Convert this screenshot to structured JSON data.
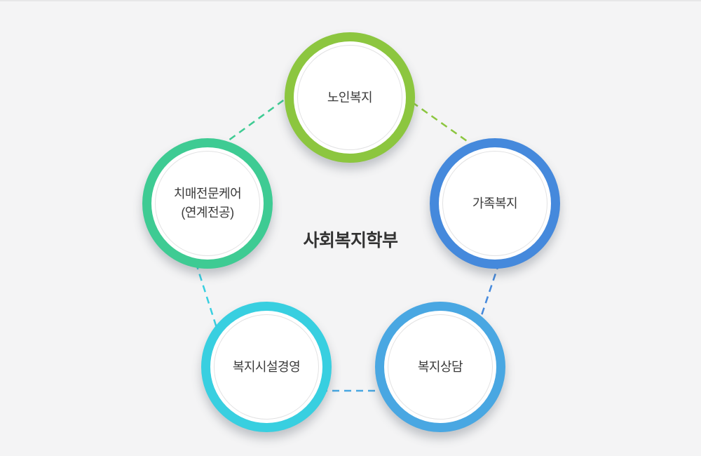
{
  "diagram": {
    "title": "사회복지학부",
    "background_color": "#f4f4f5",
    "text_color": "#3a3a3a",
    "nodes": [
      {
        "name": "elderly-welfare",
        "label": "노인복지",
        "color": "#8CC63F",
        "position": "top"
      },
      {
        "name": "family-welfare",
        "label": "가족복지",
        "color": "#4589DC",
        "position": "right"
      },
      {
        "name": "welfare-counseling",
        "label": "복지상담",
        "color": "#49A7E2",
        "position": "bottom-right"
      },
      {
        "name": "welfare-facility-management",
        "label": "복지시설경영",
        "color": "#38CFE0",
        "position": "bottom-left"
      },
      {
        "name": "dementia-specialized-care",
        "label": "치매전문케어",
        "label_line2": "(연계전공)",
        "color": "#3ECB93",
        "position": "left"
      }
    ],
    "connectors": [
      {
        "from": "top",
        "to": "left",
        "color": "#3ECB93"
      },
      {
        "from": "top",
        "to": "right",
        "color": "#8CC63F"
      },
      {
        "from": "right",
        "to": "bottom-right",
        "color": "#4589DC"
      },
      {
        "from": "bottom-right",
        "to": "bottom-left",
        "color": "#49A7E2"
      },
      {
        "from": "left",
        "to": "bottom-left",
        "color": "#38CFE0"
      }
    ]
  }
}
